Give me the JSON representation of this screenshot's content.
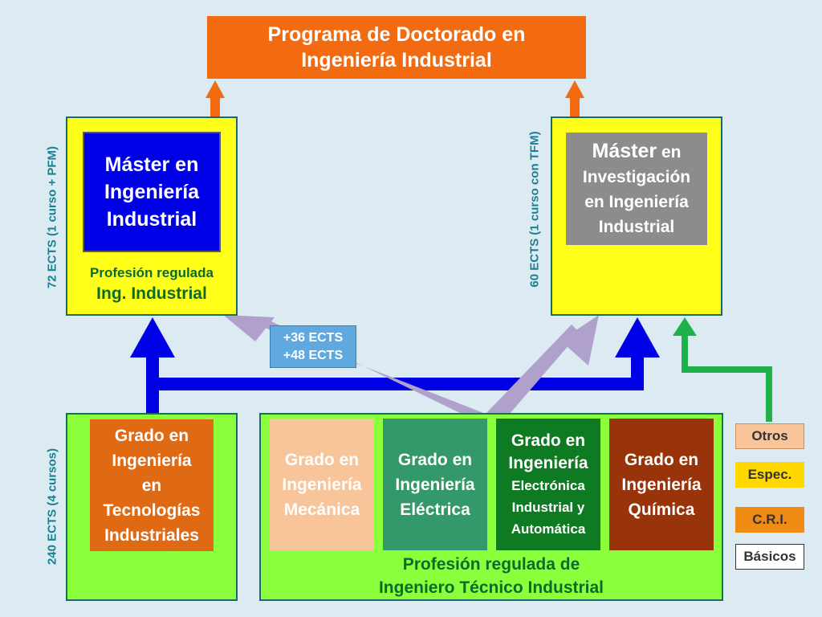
{
  "doctorado": {
    "label": "Programa de Doctorado en\nIngeniería Industrial"
  },
  "master_left": {
    "title": "Máster en\nIngeniería\nIndustrial",
    "regulated": "Profesión regulada",
    "profession": "Ing. Industrial",
    "side_label": "72 ECTS (1 curso + PFM)"
  },
  "master_right": {
    "title_strong": "Máster",
    "title_rest": " en\nInvestigación\nen Ingeniería\nIndustrial",
    "side_label": "60 ECTS (1 curso con TFM)"
  },
  "ects_extra": {
    "line1": "+36 ECTS",
    "line2": "+48 ECTS"
  },
  "grado_left": {
    "label": "Grado en\nIngeniería\nen\nTecnologías\nIndustriales",
    "side_label": "240 ECTS (4 cursos)"
  },
  "grados": {
    "mecanica": "Grado en\nIngeniería\nMecánica",
    "electrica": "Grado en\nIngeniería\nEléctrica",
    "electronica_top": "Grado en\nIngeniería",
    "electronica_bottom": "Electrónica\nIndustrial y\nAutomática",
    "quimica": "Grado en\nIngeniería\nQuímica",
    "profession": "Profesión regulada de\nIngeniero Técnico Industrial"
  },
  "legend": {
    "otros": "Otros",
    "espec": "Espec.",
    "cri": "C.R.I.",
    "basicos": "Básicos"
  },
  "colors": {
    "background": "#dcebf2",
    "orange": "#f26b10",
    "yellow": "#ffff1a",
    "blue": "#0000e6",
    "gray": "#8c8c8c",
    "green_light": "#8cff3c",
    "purple_arrow": "#b0a0cc",
    "green_arrow": "#1fb24a",
    "teal": "#1a7f93",
    "dark_green_text": "#0b6b2a"
  }
}
